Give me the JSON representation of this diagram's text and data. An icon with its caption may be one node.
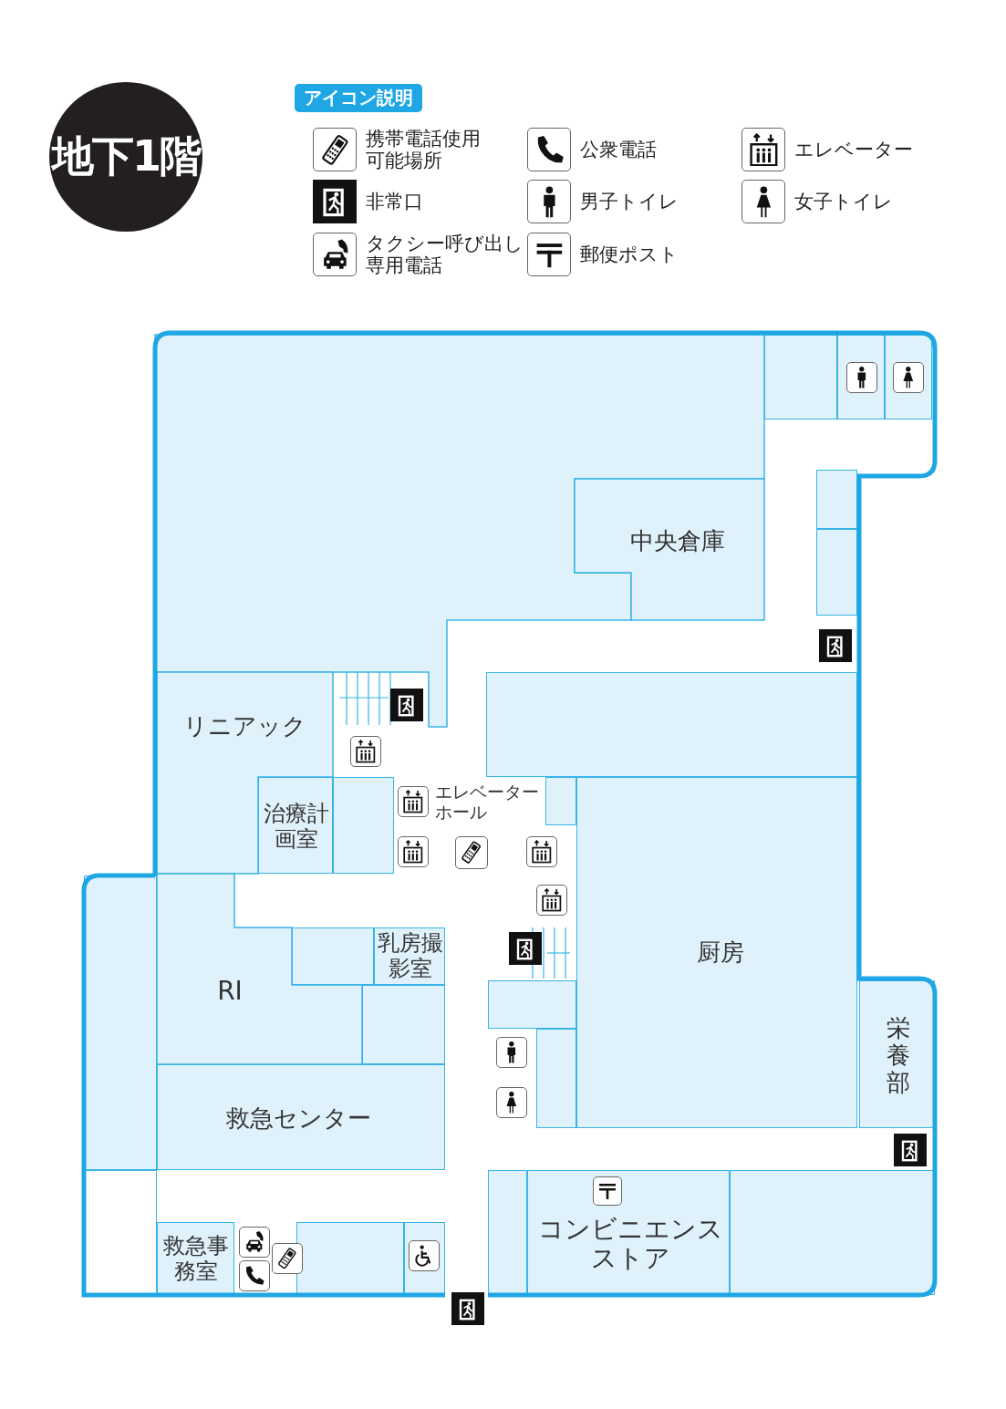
{
  "diagram": {
    "title": "地下1階",
    "nodes": [
      {
        "text": [],
        "shape": "box"
      },
      {
        "text": [],
        "shape": "box"
      },
      {
        "text": [],
        "shape": "box"
      },
      {
        "text": [],
        "shape": "box"
      },
      {
        "text": [
          "中央倉庫"
        ]
      },
      {
        "text": [],
        "shape": "box"
      },
      {
        "text": [],
        "shape": "box"
      },
      {
        "text": [],
        "shape": "box"
      },
      {
        "text": [
          "リニアック"
        ]
      },
      {
        "text": [],
        "shape": "box"
      },
      {
        "text": [
          "治療計画室"
        ]
      },
      {
        "text": [],
        "shape": "box"
      },
      {
        "text": [
          "厨房"
        ]
      },
      {
        "text": [],
        "shape": "box"
      },
      {
        "text": [
          "RI"
        ]
      },
      {
        "text": [],
        "shape": "box"
      },
      {
        "text": [
          "乳房撮影室"
        ]
      },
      {
        "text": [],
        "shape": "box"
      },
      {
        "text": [],
        "shape": "box"
      },
      {
        "text": [],
        "shape": "box"
      },
      {
        "text": [
          "栄養部"
        ]
      },
      {
        "text": [
          "救急センター"
        ]
      },
      {
        "text": [],
        "shape": "box"
      },
      {
        "text": [
          "救急事務室"
        ]
      },
      {
        "text": [],
        "shape": "box"
      },
      {
        "text": [],
        "shape": "box"
      },
      {
        "text": [],
        "shape": "box"
      },
      {
        "text": [
          "コンビニエンスストア"
        ]
      },
      {
        "text": [],
        "shape": "box"
      }
    ],
    "labels": [
      "アイコン説明",
      "エレベーターホール"
    ],
    "legend": [
      {
        "text": "携帯電話使用可能場所"
      },
      {
        "text": "公衆電話"
      },
      {
        "text": "エレベーター"
      },
      {
        "text": "非常口"
      },
      {
        "text": "男子トイレ"
      },
      {
        "text": "女子トイレ"
      },
      {
        "text": "タクシー呼び出し専用電話"
      },
      {
        "text": "郵便ポスト"
      }
    ]
  }
}
